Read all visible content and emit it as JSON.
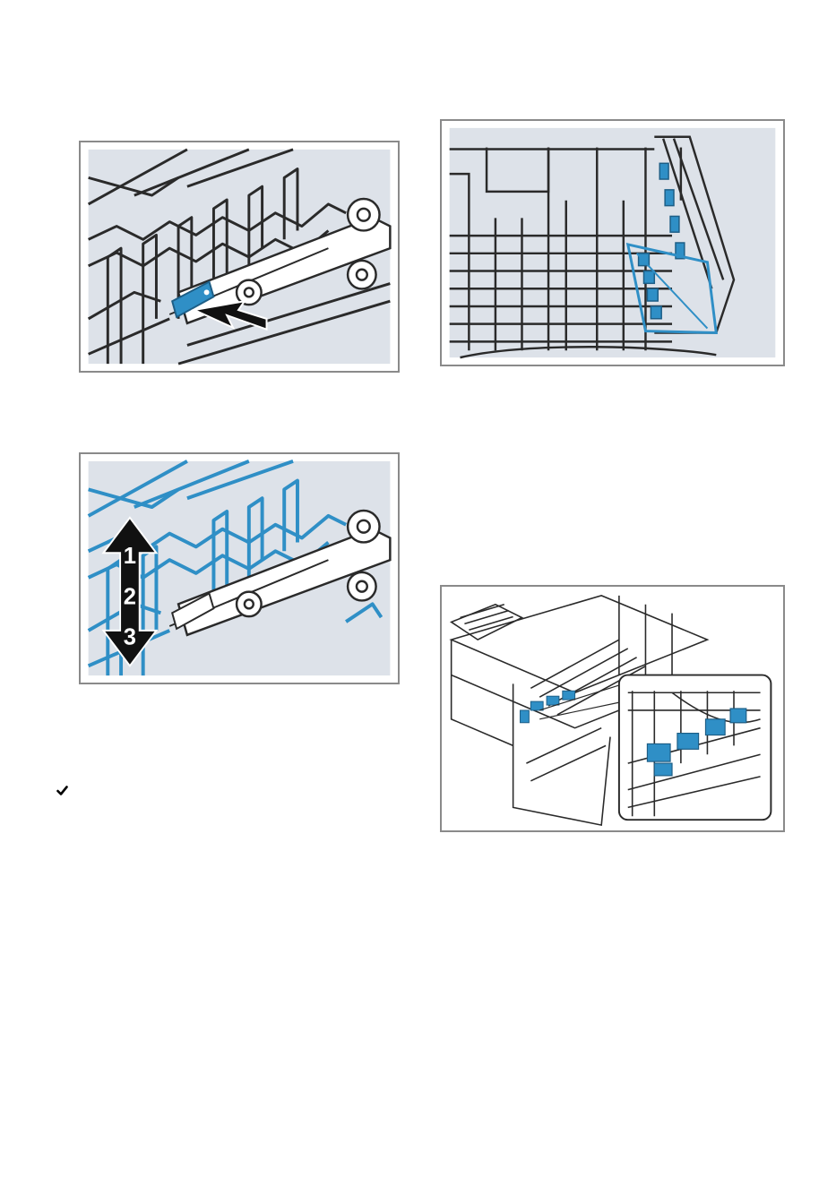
{
  "figures": [
    {
      "id": "rack-release-lever",
      "numbers": []
    },
    {
      "id": "rack-height-positions",
      "numbers": [
        "1",
        "2",
        "3"
      ]
    },
    {
      "id": "upper-rack-fold-down-tines",
      "numbers": []
    },
    {
      "id": "lower-rack-with-detail-inset",
      "numbers": []
    }
  ],
  "result_marker": "check-mark-icon",
  "colors": {
    "accent_blue": "#2f8fc6",
    "panel_grey": "#dde2e9",
    "wire_dark": "#2a2a2a",
    "frame_grey": "#8a8a8a"
  }
}
